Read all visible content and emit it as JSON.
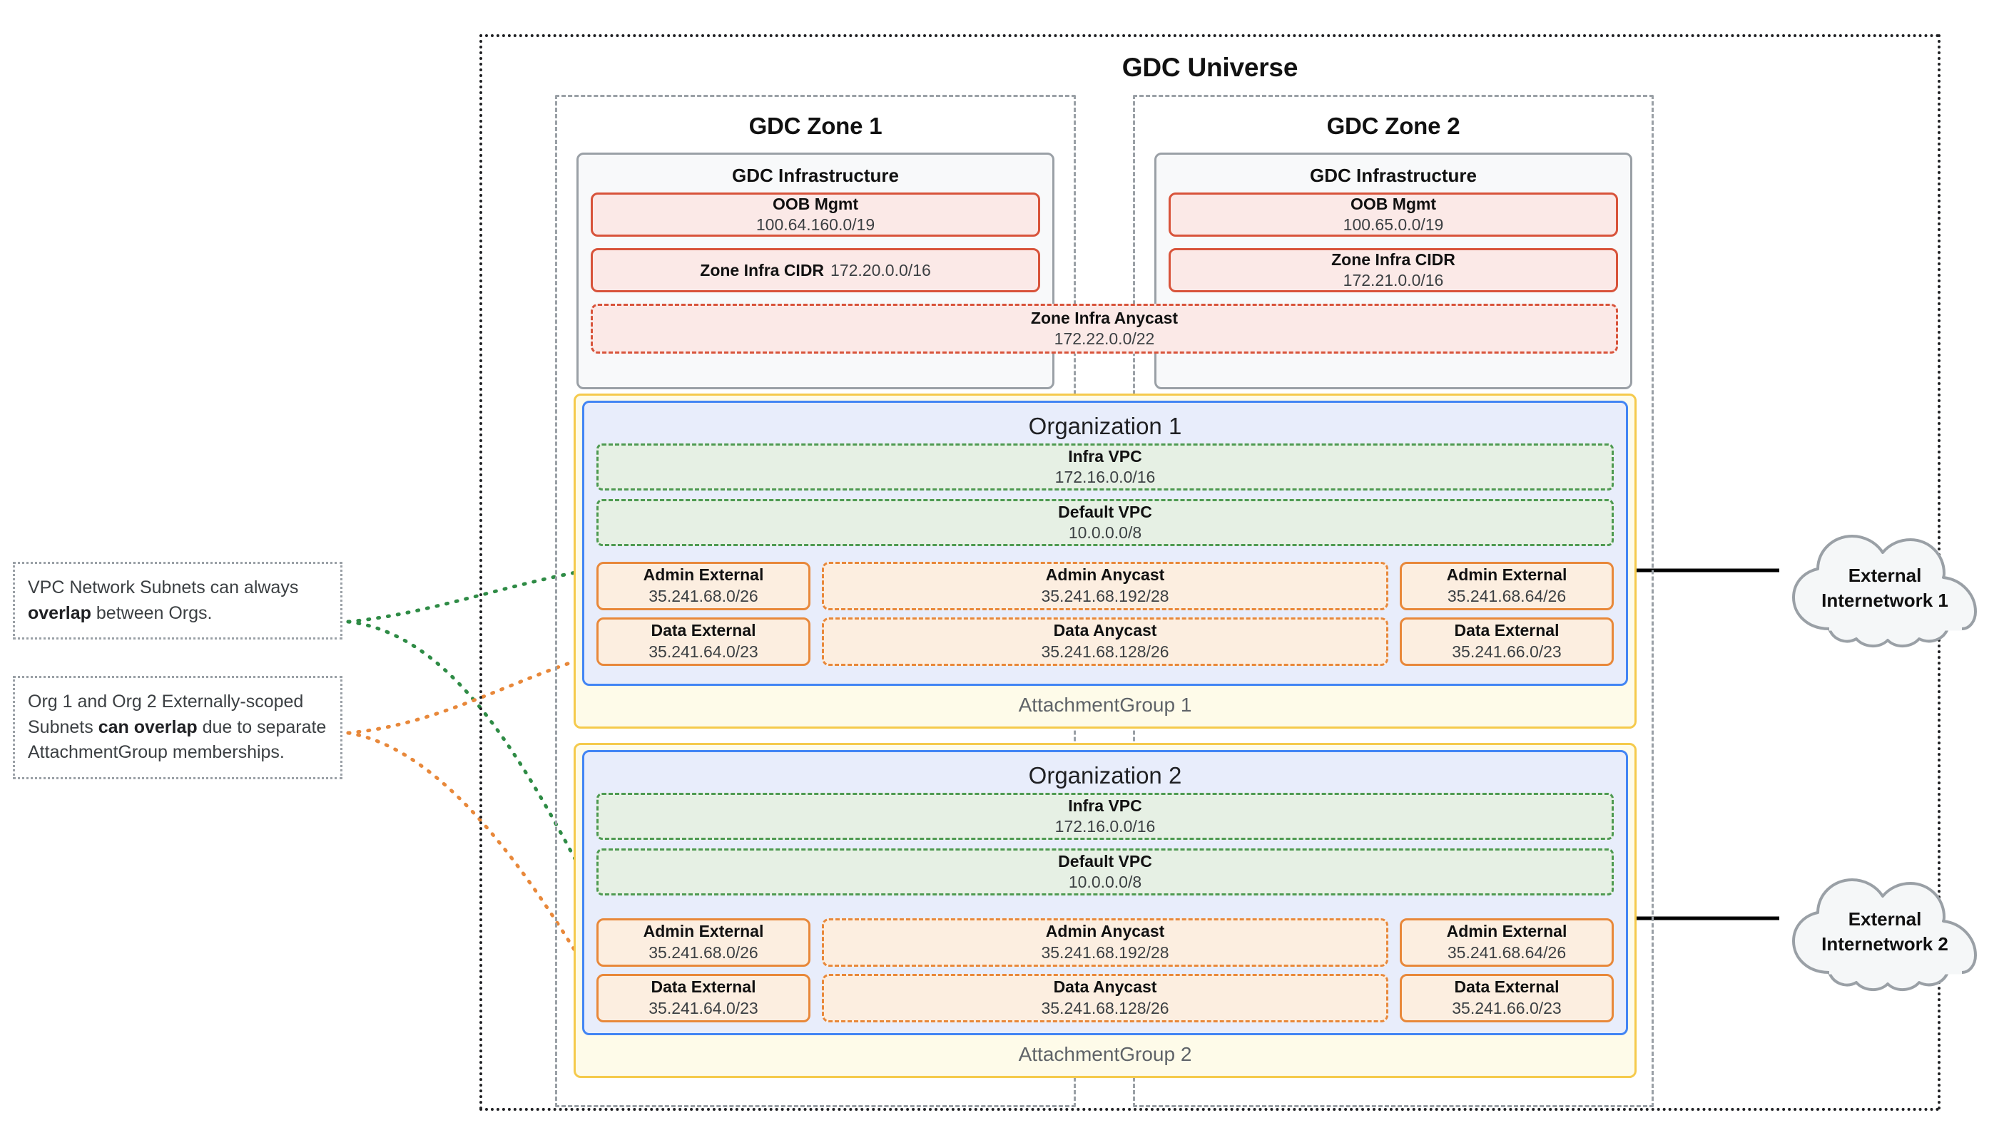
{
  "universe": {
    "title": "GDC Universe"
  },
  "zones": [
    {
      "title": "GDC Zone 1",
      "infra": {
        "title": "GDC Infrastructure",
        "boxes": [
          {
            "label": "OOB Mgmt",
            "cidr": "100.64.160.0/19",
            "inline": false
          },
          {
            "label": "Zone Infra CIDR",
            "cidr": "172.20.0.0/16",
            "inline": true
          }
        ]
      }
    },
    {
      "title": "GDC Zone 2",
      "infra": {
        "title": "GDC Infrastructure",
        "boxes": [
          {
            "label": "OOB Mgmt",
            "cidr": "100.65.0.0/19",
            "inline": false
          },
          {
            "label": "Zone Infra CIDR",
            "cidr": "172.21.0.0/16",
            "inline": false
          }
        ]
      }
    }
  ],
  "zone_infra_anycast": {
    "label": "Zone Infra Anycast",
    "cidr": "172.22.0.0/22"
  },
  "organizations": [
    {
      "title": "Organization 1",
      "attachment_group": "AttachmentGroup 1",
      "vpcs": [
        {
          "label": "Infra VPC",
          "cidr": "172.16.0.0/16"
        },
        {
          "label": "Default VPC",
          "cidr": "10.0.0.0/8"
        }
      ],
      "subnets": {
        "left": [
          {
            "label": "Admin External",
            "cidr": "35.241.68.0/26"
          },
          {
            "label": "Data External",
            "cidr": "35.241.64.0/23"
          }
        ],
        "center": [
          {
            "label": "Admin Anycast",
            "cidr": "35.241.68.192/28"
          },
          {
            "label": "Data Anycast",
            "cidr": "35.241.68.128/26"
          }
        ],
        "right": [
          {
            "label": "Admin External",
            "cidr": "35.241.68.64/26"
          },
          {
            "label": "Data External",
            "cidr": "35.241.66.0/23"
          }
        ]
      }
    },
    {
      "title": "Organization 2",
      "attachment_group": "AttachmentGroup 2",
      "vpcs": [
        {
          "label": "Infra VPC",
          "cidr": "172.16.0.0/16"
        },
        {
          "label": "Default VPC",
          "cidr": "10.0.0.0/8"
        }
      ],
      "subnets": {
        "left": [
          {
            "label": "Admin External",
            "cidr": "35.241.68.0/26"
          },
          {
            "label": "Data External",
            "cidr": "35.241.64.0/23"
          }
        ],
        "center": [
          {
            "label": "Admin Anycast",
            "cidr": "35.241.68.192/28"
          },
          {
            "label": "Data Anycast",
            "cidr": "35.241.68.128/26"
          }
        ],
        "right": [
          {
            "label": "Admin External",
            "cidr": "35.241.68.64/26"
          },
          {
            "label": "Data External",
            "cidr": "35.241.66.0/23"
          }
        ]
      }
    }
  ],
  "clouds": [
    {
      "line1": "External",
      "line2": "Internetwork 1"
    },
    {
      "line1": "External",
      "line2": "Internetwork 2"
    }
  ],
  "notes": [
    {
      "parts": [
        {
          "text": "VPC Network Subnets can always ",
          "bold": false
        },
        {
          "text": "overlap",
          "bold": true
        },
        {
          "text": " between Orgs.",
          "bold": false
        }
      ]
    },
    {
      "parts": [
        {
          "text": "Org 1 and Org 2 Externally-scoped Subnets ",
          "bold": false
        },
        {
          "text": "can overlap",
          "bold": true
        },
        {
          "text": " due to separate AttachmentGroup memberships.",
          "bold": false
        }
      ]
    }
  ],
  "colors": {
    "universe_border": "#202124",
    "zone_border": "#9aa0a6",
    "infra_border": "#9aa0a6",
    "infra_fill": "#f8f9fa",
    "red_border": "#d8533a",
    "red_fill": "#fbe9e7",
    "org_border": "#4285f4",
    "org_fill": "#e8edfb",
    "attachment_border": "#f5ca4c",
    "attachment_fill": "#fefbe9",
    "vpc_border": "#4e9a51",
    "vpc_fill": "#e6f0e4",
    "subnet_border": "#e8883a",
    "subnet_fill": "#fceee0",
    "cloud_border": "#9aa0a6",
    "cloud_fill": "#f5f7f8",
    "note_border": "#9aa0a6",
    "link_green": "#2e8b45",
    "link_orange": "#e8883a",
    "link_black": "#000000"
  }
}
